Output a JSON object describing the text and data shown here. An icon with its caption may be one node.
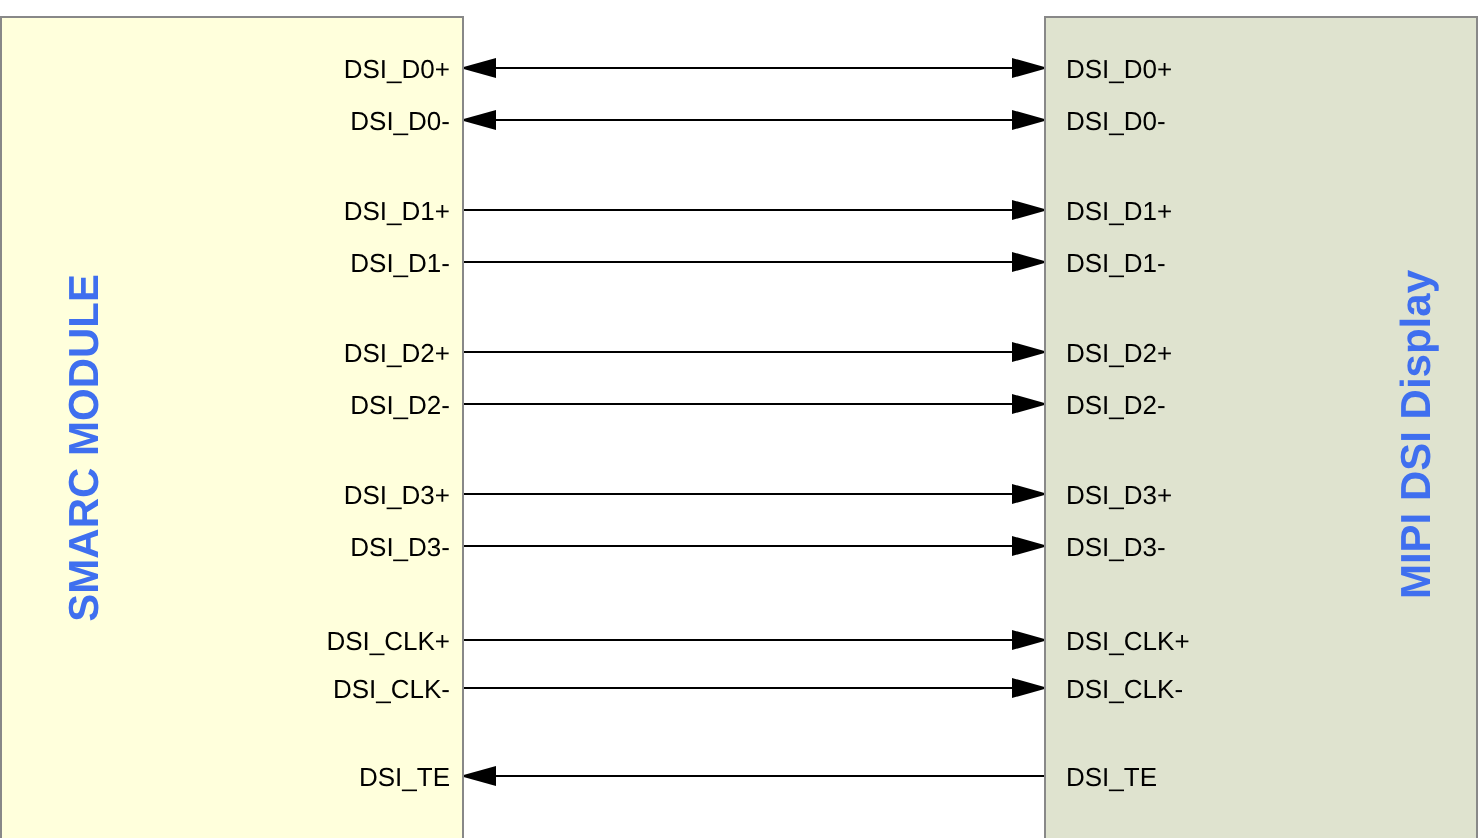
{
  "diagram": {
    "nodes": [
      {
        "text": [
          "SMARC MODULE"
        ]
      },
      {
        "text": [
          "DSI_D0+"
        ],
        "in": 0
      },
      {
        "text": [
          "DSI_D0-"
        ],
        "in": 0
      },
      {
        "text": [
          "DSI_D1+"
        ],
        "in": 0
      },
      {
        "text": [
          "DSI_D1-"
        ],
        "in": 0
      },
      {
        "text": [
          "DSI_D2+"
        ],
        "in": 0
      },
      {
        "text": [
          "DSI_D2-"
        ],
        "in": 0
      },
      {
        "text": [
          "DSI_D3+"
        ],
        "in": 0
      },
      {
        "text": [
          "DSI_D3-"
        ],
        "in": 0
      },
      {
        "text": [
          "DSI_CLK+"
        ],
        "in": 0
      },
      {
        "text": [
          "DSI_CLK-"
        ],
        "in": 0
      },
      {
        "text": [
          "DSI_TE"
        ],
        "in": 0
      },
      {
        "text": [
          "MIPI DSI Display"
        ]
      },
      {
        "text": [
          "DSI_D0+"
        ],
        "in": 12
      },
      {
        "text": [
          "DSI_D0-"
        ],
        "in": 12
      },
      {
        "text": [
          "DSI_D1+"
        ],
        "in": 12
      },
      {
        "text": [
          "DSI_D1-"
        ],
        "in": 12
      },
      {
        "text": [
          "DSI_D2+"
        ],
        "in": 12
      },
      {
        "text": [
          "DSI_D2-"
        ],
        "in": 12
      },
      {
        "text": [
          "DSI_D3+"
        ],
        "in": 12
      },
      {
        "text": [
          "DSI_D3-"
        ],
        "in": 12
      },
      {
        "text": [
          "DSI_CLK+"
        ],
        "in": 12
      },
      {
        "text": [
          "DSI_CLK-"
        ],
        "in": 12
      },
      {
        "text": [
          "DSI_TE"
        ],
        "in": 12
      }
    ],
    "edges": [
      {
        "from": 1,
        "to": 13,
        "arrow": "both"
      },
      {
        "from": 2,
        "to": 14,
        "arrow": "both"
      },
      {
        "from": 3,
        "to": 15,
        "arrow": "to"
      },
      {
        "from": 4,
        "to": 16,
        "arrow": "to"
      },
      {
        "from": 5,
        "to": 17,
        "arrow": "to"
      },
      {
        "from": 6,
        "to": 18,
        "arrow": "to"
      },
      {
        "from": 7,
        "to": 19,
        "arrow": "to"
      },
      {
        "from": 8,
        "to": 20,
        "arrow": "to"
      },
      {
        "from": 9,
        "to": 21,
        "arrow": "to"
      },
      {
        "from": 10,
        "to": 22,
        "arrow": "to"
      },
      {
        "from": 23,
        "to": 11,
        "arrow": "to"
      }
    ]
  }
}
